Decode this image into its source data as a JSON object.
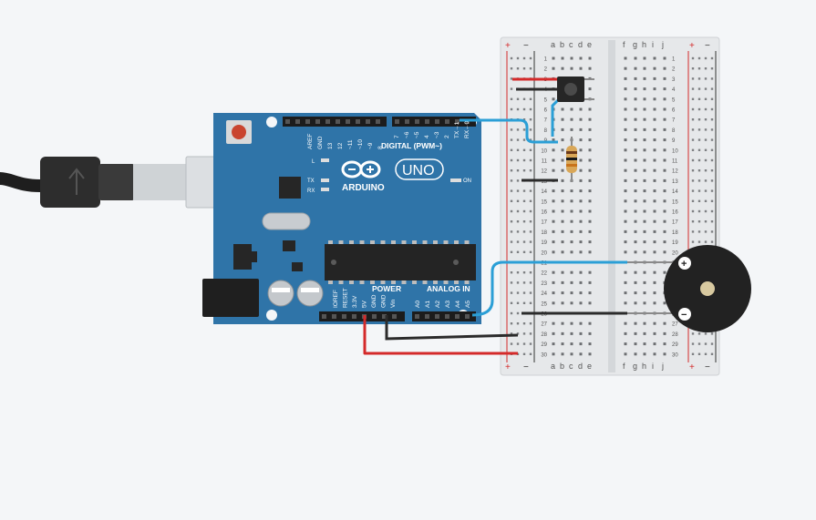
{
  "arduino": {
    "brand": "ARDUINO",
    "model": "UNO",
    "digital_label": "DIGITAL (PWM~)",
    "power_label": "POWER",
    "analog_label": "ANALOG IN",
    "on_label": "ON",
    "led_l": "L",
    "led_tx": "TX",
    "led_rx": "RX",
    "digital_pins": [
      "AREF",
      "GND",
      "13",
      "12",
      "~11",
      "~10",
      "~9",
      "8",
      "7",
      "~6",
      "~5",
      "4",
      "~3",
      "2",
      "TX→1",
      "RX←0"
    ],
    "power_pins": [
      "IOREF",
      "RESET",
      "3.3V",
      "5V",
      "GND",
      "GND",
      "Vin"
    ],
    "analog_pins": [
      "A0",
      "A1",
      "A2",
      "A3",
      "A4",
      "A5"
    ]
  },
  "breadboard": {
    "columns_left": [
      "a",
      "b",
      "c",
      "d",
      "e"
    ],
    "columns_right": [
      "f",
      "g",
      "h",
      "i",
      "j"
    ],
    "rail_plus": "+",
    "rail_minus": "−",
    "rows": [
      "1",
      "2",
      "3",
      "4",
      "5",
      "6",
      "7",
      "8",
      "9",
      "10",
      "11",
      "12",
      "13",
      "14",
      "15",
      "16",
      "17",
      "18",
      "19",
      "20",
      "21",
      "22",
      "23",
      "24",
      "25",
      "26",
      "27",
      "28",
      "29",
      "30"
    ]
  },
  "buzzer": {
    "plus": "+",
    "minus": "−"
  },
  "colors": {
    "board": "#2f74a8",
    "wire_red": "#d42a2a",
    "wire_black": "#2b2b2b",
    "wire_blue": "#2b9fd6",
    "breadboard": "#e6e8ea"
  }
}
